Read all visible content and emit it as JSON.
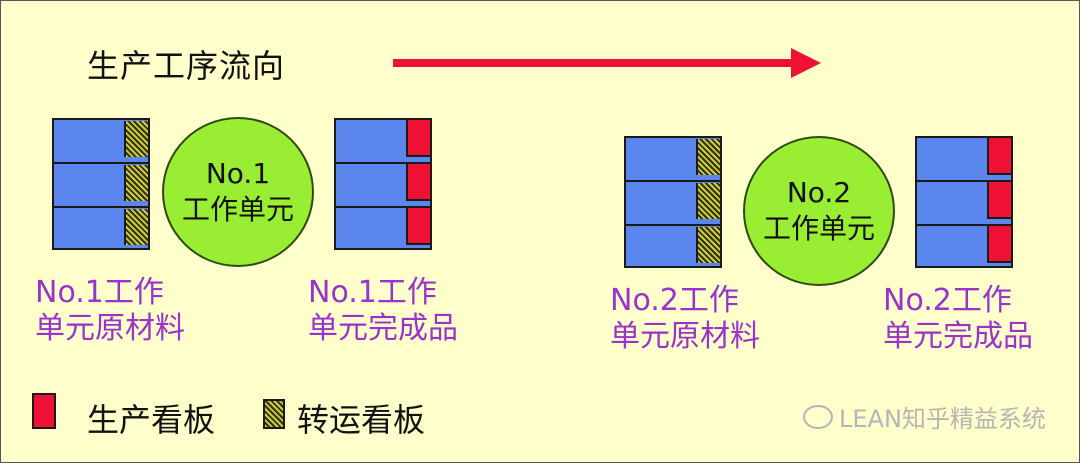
{
  "flow": {
    "title": "生产工序流向"
  },
  "unit1": {
    "circle_line1": "No.1",
    "circle_line2": "工作单元",
    "raw_label_line1": "No.1工作",
    "raw_label_line2": "单元原材料",
    "fin_label_line1": "No.1工作",
    "fin_label_line2": "单元完成品"
  },
  "unit2": {
    "circle_line1": "No.2",
    "circle_line2": "工作单元",
    "raw_label_line1": "No.2工作",
    "raw_label_line2": "单元原材料",
    "fin_label_line1": "No.2工作",
    "fin_label_line2": "单元完成品"
  },
  "legend": {
    "production_label": "生产看板",
    "transport_label": "转运看板"
  },
  "colors": {
    "background": "#ffffcc",
    "container": "#5b86ee",
    "production_kanban": "#ee1133",
    "work_cell": "#99ee33",
    "label_text": "#9933cc",
    "arrow": "#ee1133"
  },
  "watermark": {
    "text": "LEAN知乎精益系统"
  }
}
